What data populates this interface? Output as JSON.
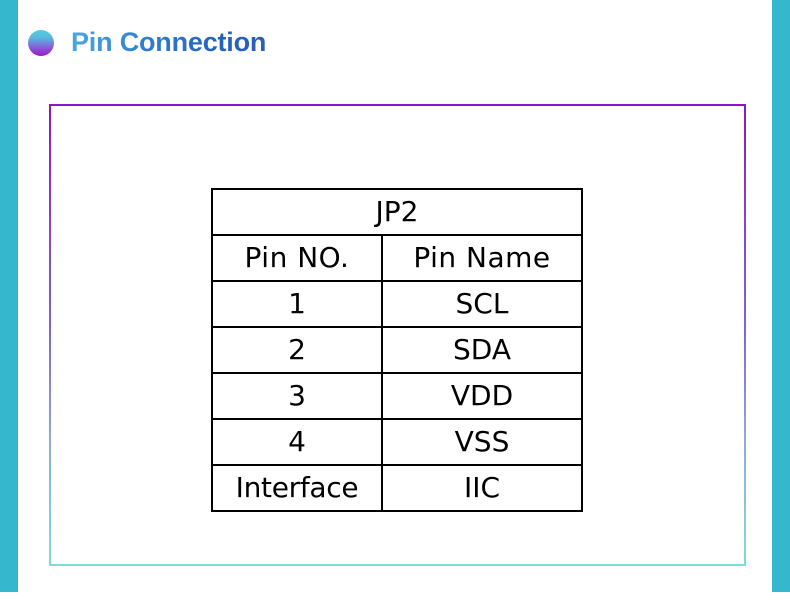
{
  "slide": {
    "title": "Pin Connection",
    "bullet_icon": "circle-bullet-icon",
    "title_color": "#2a6fc4",
    "accent_color": "#35b8ce",
    "panel_border_top_color": "#8b16c9",
    "panel_border_bottom_color": "#7cdcd9"
  },
  "pin_table": {
    "connector_name": "JP2",
    "headers": {
      "pin_no": "Pin  NO.",
      "pin_name": "Pin  Name"
    },
    "rows": [
      {
        "pin_no": "1",
        "pin_name": "SCL"
      },
      {
        "pin_no": "2",
        "pin_name": "SDA"
      },
      {
        "pin_no": "3",
        "pin_name": "VDD"
      },
      {
        "pin_no": "4",
        "pin_name": "VSS"
      }
    ],
    "footer": {
      "label": "Interface",
      "value": "IIC"
    }
  }
}
